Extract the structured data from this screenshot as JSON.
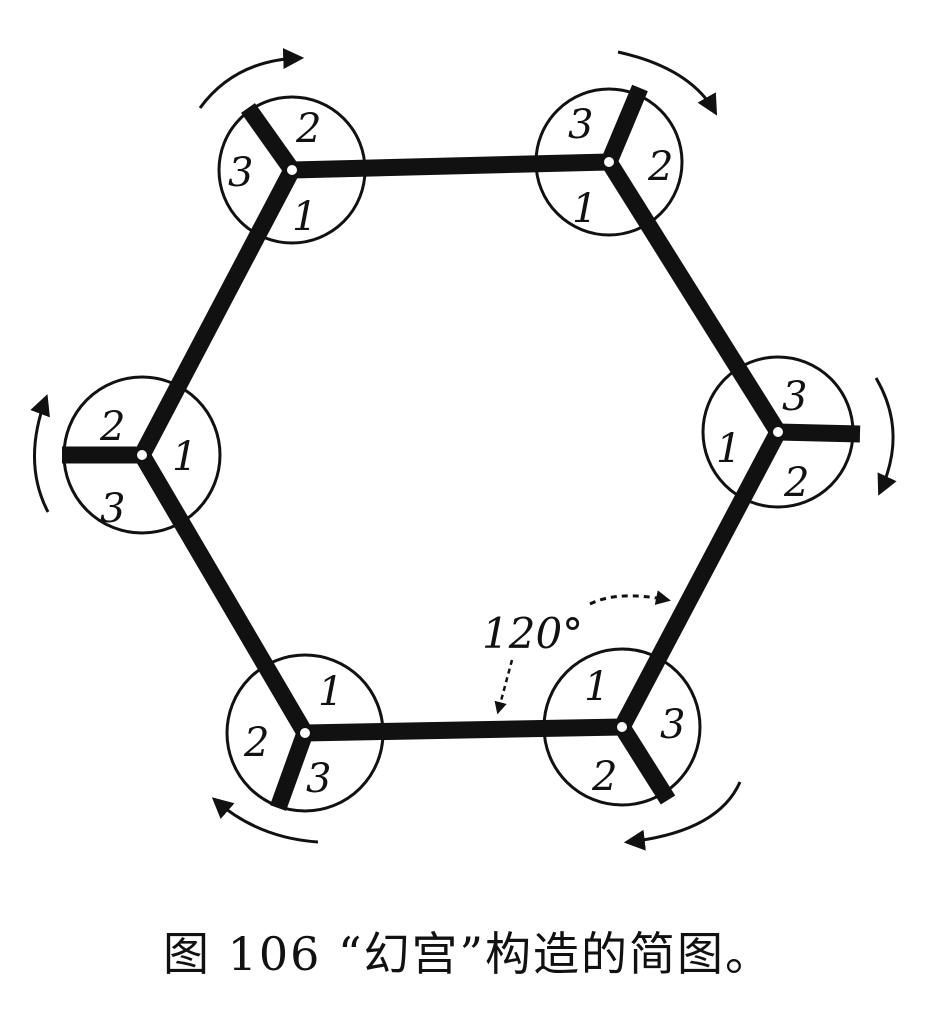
{
  "caption": "图 106 “幻宫”构造的简图。",
  "angle_label": "120°",
  "colors": {
    "ink": "#111111",
    "background": "#ffffff"
  },
  "nodes": [
    {
      "id": "top-left",
      "labels": [
        "2",
        "3",
        "1"
      ],
      "rotation": "clockwise"
    },
    {
      "id": "top-right",
      "labels": [
        "3",
        "2",
        "1"
      ],
      "rotation": "clockwise"
    },
    {
      "id": "right",
      "labels": [
        "3",
        "1",
        "2"
      ],
      "rotation": "clockwise"
    },
    {
      "id": "bottom-right",
      "labels": [
        "1",
        "3",
        "2"
      ],
      "rotation": "clockwise"
    },
    {
      "id": "bottom-left",
      "labels": [
        "1",
        "2",
        "3"
      ],
      "rotation": "clockwise"
    },
    {
      "id": "left",
      "labels": [
        "2",
        "1",
        "3"
      ],
      "rotation": "clockwise"
    }
  ]
}
